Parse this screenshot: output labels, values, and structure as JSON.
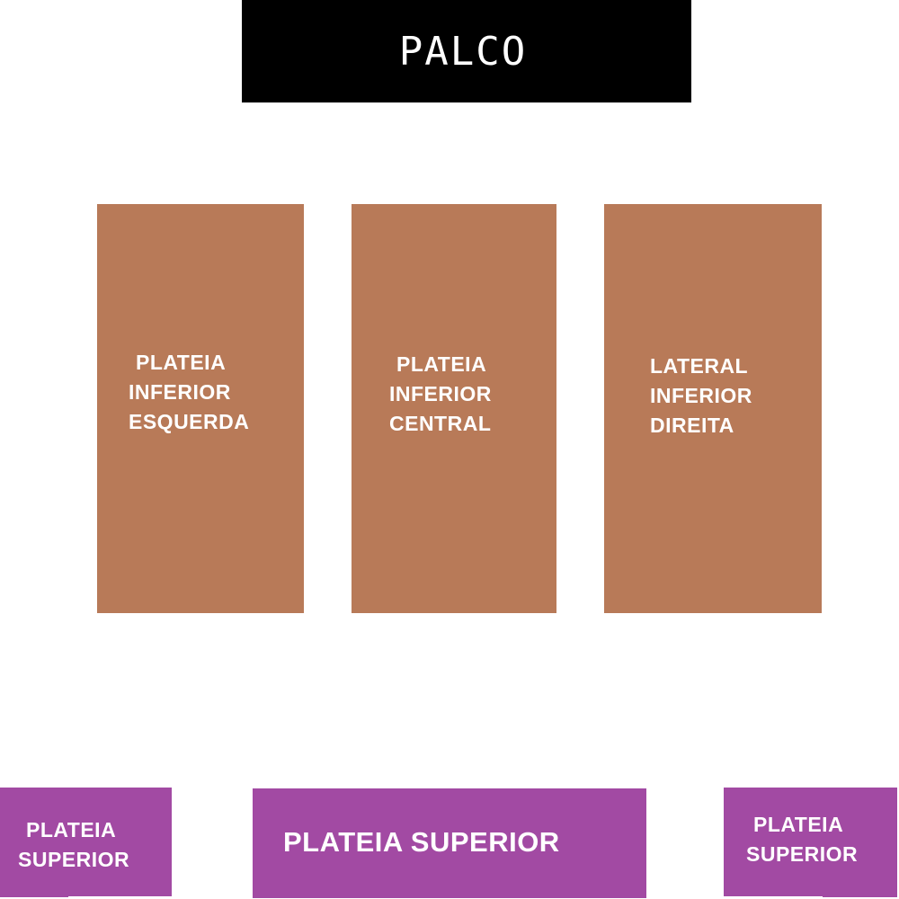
{
  "stage": {
    "label": "PALCO"
  },
  "lower_sections": {
    "left": {
      "lines": [
        "PLATEIA",
        "INFERIOR",
        "ESQUERDA"
      ],
      "color": "#b87a58"
    },
    "center": {
      "lines": [
        "PLATEIA",
        "INFERIOR",
        "CENTRAL"
      ],
      "color": "#b87a58"
    },
    "right": {
      "lines": [
        "LATERAL",
        "INFERIOR",
        "DIREITA"
      ],
      "color": "#b87a58"
    }
  },
  "upper_sections": {
    "left": {
      "lines": [
        "PLATEIA",
        "SUPERIOR"
      ],
      "color": "#a24aa3"
    },
    "center": {
      "label": "PLATEIA SUPERIOR",
      "color": "#a24aa3"
    },
    "right": {
      "lines": [
        "PLATEIA",
        "SUPERIOR"
      ],
      "color": "#a24aa3"
    }
  }
}
